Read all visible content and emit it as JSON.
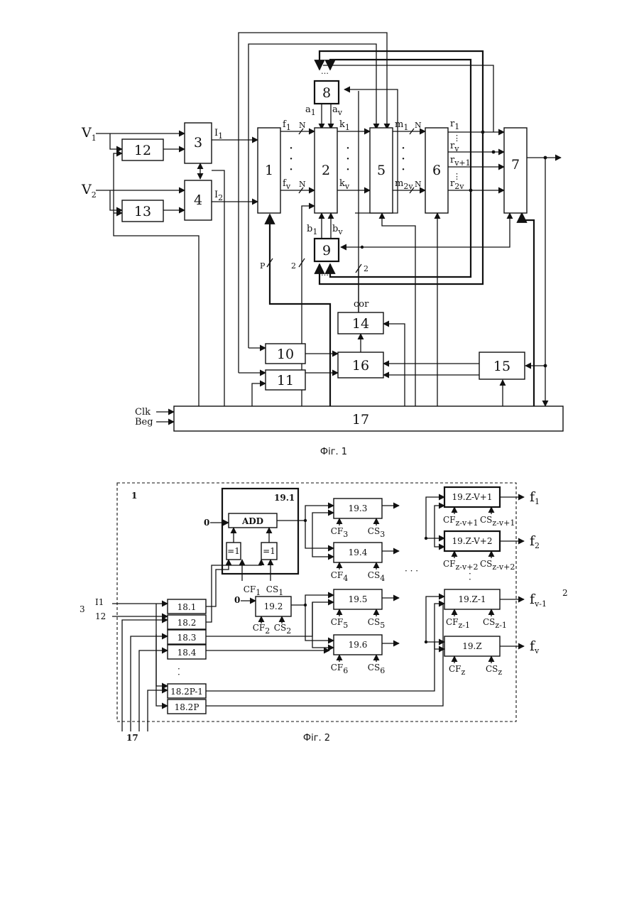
{
  "figure1": {
    "caption": "Фіг. 1",
    "inputs": {
      "v1": "V",
      "v2": "V",
      "clk": "Clk",
      "beg": "Beg"
    },
    "blocks": {
      "b1": "1",
      "b2": "2",
      "b3": "3",
      "b4": "4",
      "b5": "5",
      "b6": "6",
      "b7": "7",
      "b8": "8",
      "b9": "9",
      "b10": "10",
      "b11": "11",
      "b12": "12",
      "b13": "13",
      "b14": "14",
      "b15": "15",
      "b16": "16",
      "b17": "17"
    },
    "labels": {
      "i1": "I",
      "i2": "I",
      "f1": "f",
      "fv": "f",
      "n1": "N",
      "n2": "N",
      "k1": "k",
      "kv": "k",
      "m1": "m",
      "m2v": "m",
      "n3": "N",
      "n4": "N",
      "r1": "r",
      "rv": "r",
      "rv1": "r",
      "r2v": "r",
      "a1": "a",
      "av": "a",
      "b1": "b",
      "bv": "b",
      "p": "P",
      "two1": "2",
      "two2": "2",
      "cor": "cor"
    },
    "subscripts": {
      "one": "1",
      "two": "2",
      "v": "v",
      "v1": "v+1",
      "twov": "2v"
    }
  },
  "figure2": {
    "caption": "Фіг. 2",
    "block_label": "1",
    "outer_labels": {
      "three": "3",
      "two": "2",
      "seventeen": "17",
      "i1": "I1",
      "i2": "12"
    },
    "adder": {
      "container": "19.1",
      "add": "ADD",
      "xor1": "=1",
      "xor2": "=1",
      "zero1": "0",
      "zero2": "0"
    },
    "cells": [
      "19.2",
      "19.3",
      "19.4",
      "19.5",
      "19.6",
      "19.Z-V+1",
      "19.Z-V+2",
      "19.Z-1",
      "19.Z"
    ],
    "regs": [
      "18.1",
      "18.2",
      "18.3",
      "18.4",
      "18.2P-1",
      "18.2P"
    ],
    "cf": [
      "CF",
      "CF",
      "CF",
      "CF",
      "CF",
      "CF",
      "CF",
      "CF",
      "CF",
      "CF"
    ],
    "cs": [
      "CS",
      "CS",
      "CS",
      "CS",
      "CS",
      "CS",
      "CS",
      "CS",
      "CS",
      "CS"
    ],
    "cf_sub": [
      "1",
      "2",
      "3",
      "4",
      "5",
      "6",
      "z-v+1",
      "z-v+2",
      "z-1",
      "z"
    ],
    "outputs": {
      "f1": "f",
      "f2": "f",
      "fv1": "f",
      "fv": "f",
      "s1": "1",
      "s2": "2",
      "sv1": "v-1",
      "sv": "v"
    },
    "dots": "· · ·"
  }
}
